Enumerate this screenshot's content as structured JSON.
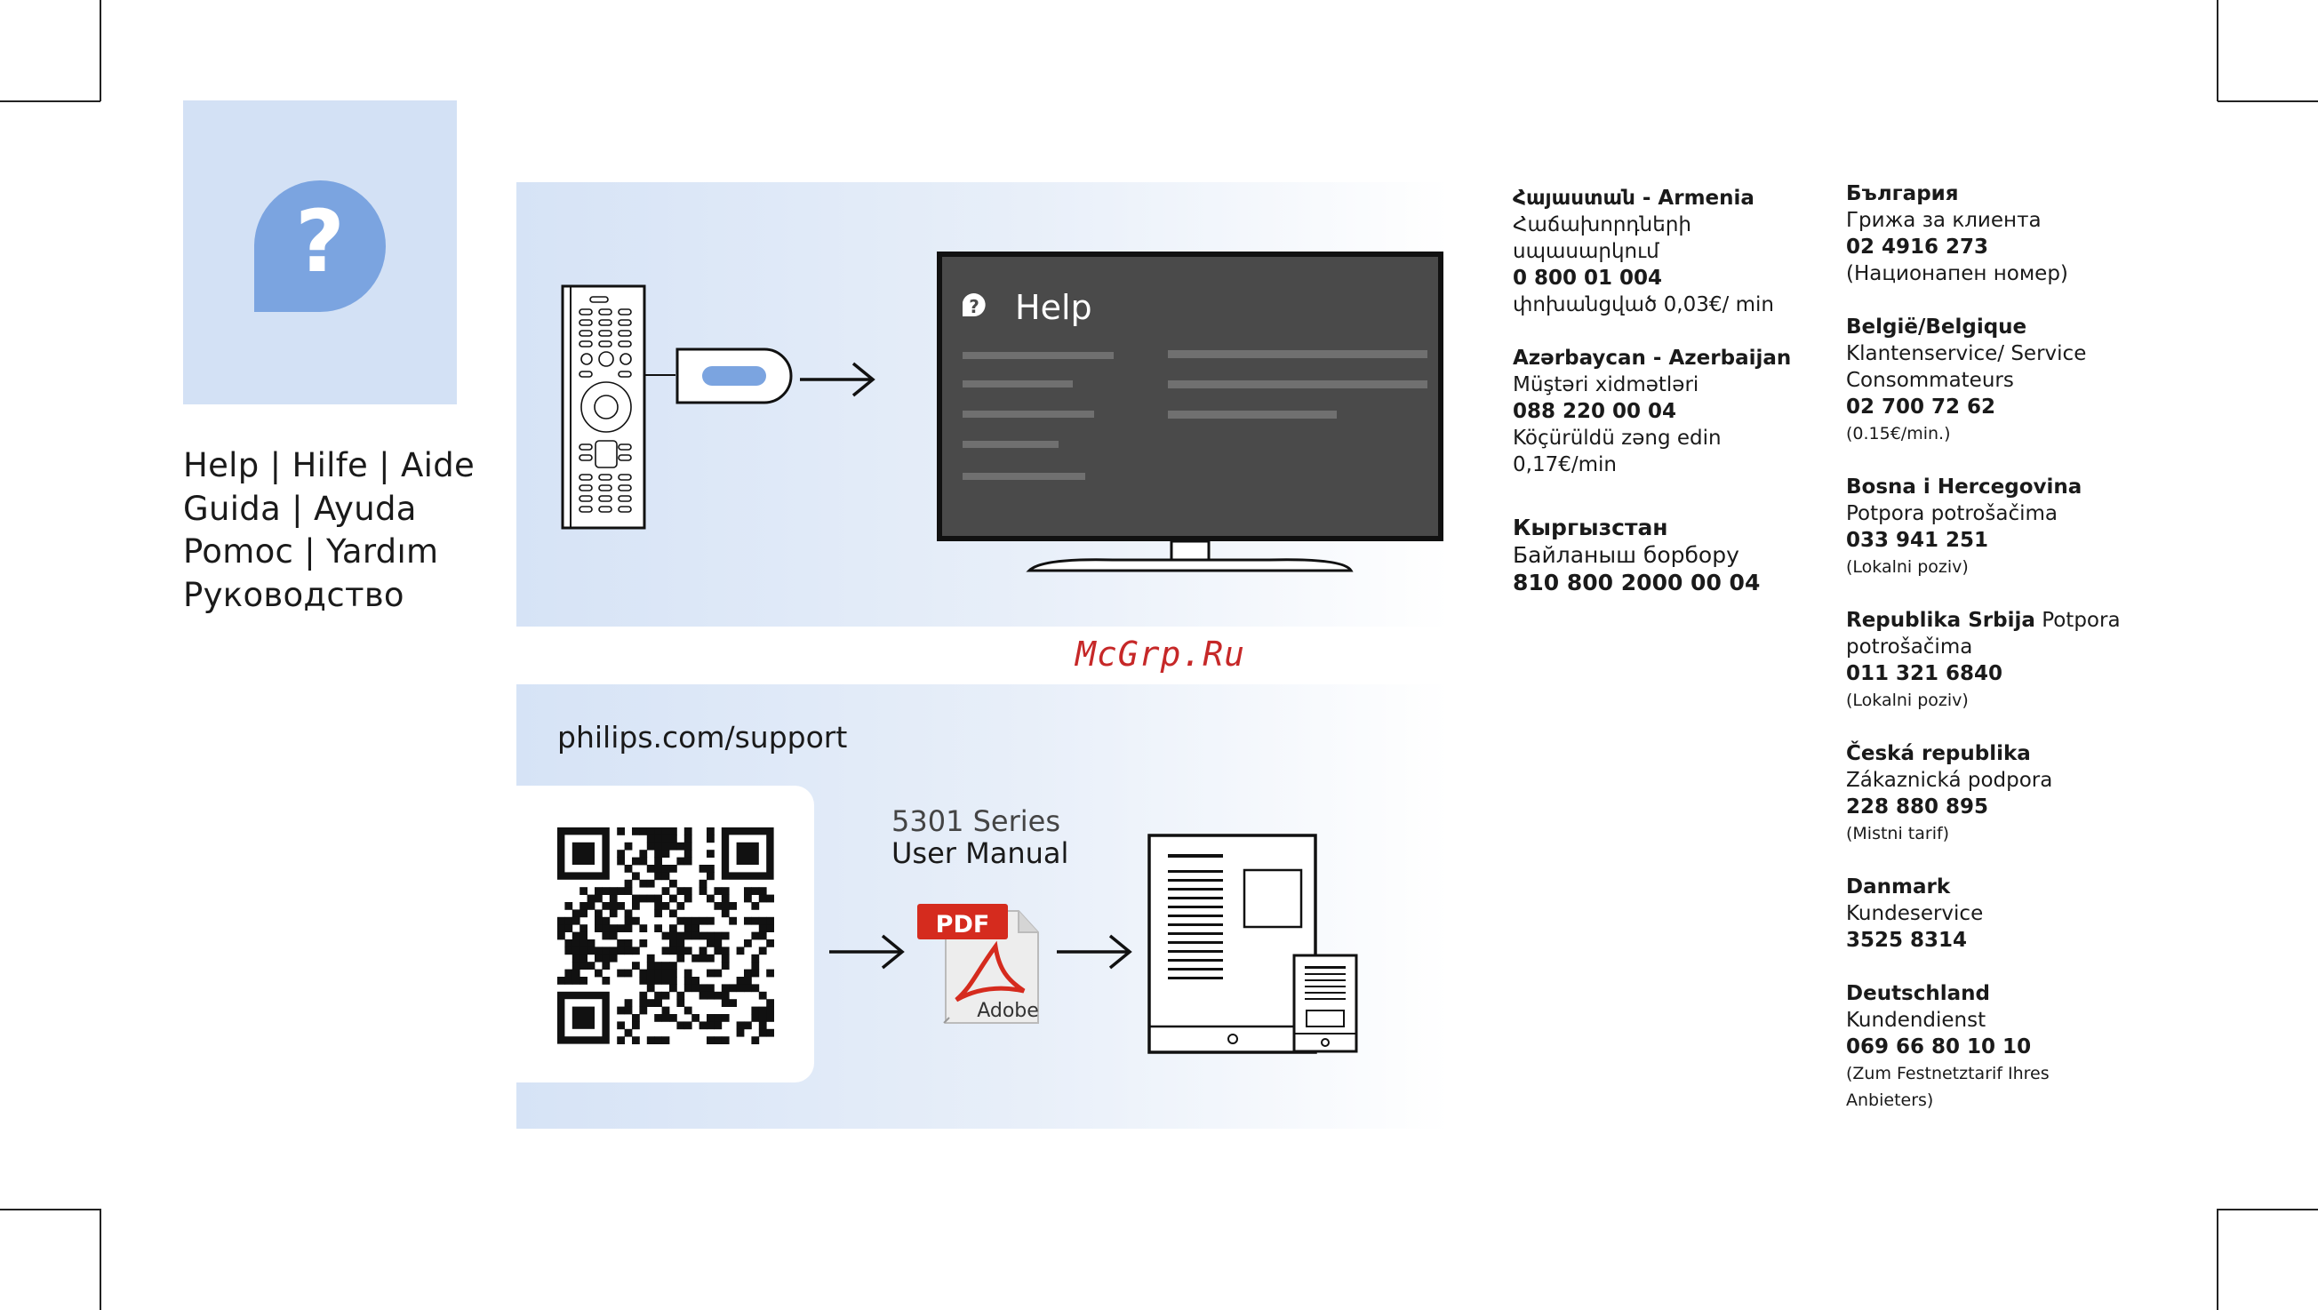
{
  "watermark": "McGrp.Ru",
  "help_icon": "question-bubble-icon",
  "help_title": {
    "line1": "Help | Hilfe | Aide",
    "line2": "Guida | Ayuda",
    "line3": "Pomoc | Yardım",
    "line4": "Руководство"
  },
  "tv_screen": {
    "title": "Help"
  },
  "support": {
    "url": "philips.com/support",
    "series": "5301 Series",
    "manual": "User Manual",
    "pdf_label": "PDF",
    "adobe_label": "Adobe"
  },
  "contacts_col1": [
    {
      "country": "Հայաստան - Armenia",
      "service": "Հաճախորդների սպասարկում",
      "phone": "0 800 01 004",
      "note": "փոխանցված 0,03€/ min"
    },
    {
      "country": "Azərbaycan - Azerbaijan",
      "service": "Müştəri xidmətləri",
      "phone": "088 220 00 04",
      "note": "Köçürüldü zəng edin 0,17€/min"
    },
    {
      "country": "Кыргызстан",
      "service": "Байланыш борбору",
      "phone": "810 800 2000 00 04",
      "note": ""
    }
  ],
  "contacts_col2": [
    {
      "country": "България",
      "service": "Грижа за клиента",
      "phone": "02 4916 273",
      "note": "(Национапен номер)"
    },
    {
      "country": "België/Belgique",
      "service": "Klantenservice/ Service Consommateurs",
      "phone": "02 700 72 62",
      "note": "(0.15€/min.)"
    },
    {
      "country": "Bosna i Hercegovina",
      "service": "Potpora potrošačima",
      "phone": "033 941 251",
      "note": "(Lokalni poziv)"
    },
    {
      "country": "Republika Srbija",
      "service": "Potpora potrošačima",
      "phone": "011 321 6840",
      "note": "(Lokalni poziv)"
    },
    {
      "country": "Česká republika",
      "service": "Zákaznická podpora",
      "phone": "228 880 895",
      "note": "(Mistni tarif)"
    },
    {
      "country": "Danmark",
      "service": "Kundeservice",
      "phone": "3525 8314",
      "note": ""
    },
    {
      "country": "Deutschland",
      "service": "Kundendienst",
      "phone": "069 66 80 10 10",
      "note": "(Zum Festnetztarif Ihres Anbieters)"
    }
  ]
}
